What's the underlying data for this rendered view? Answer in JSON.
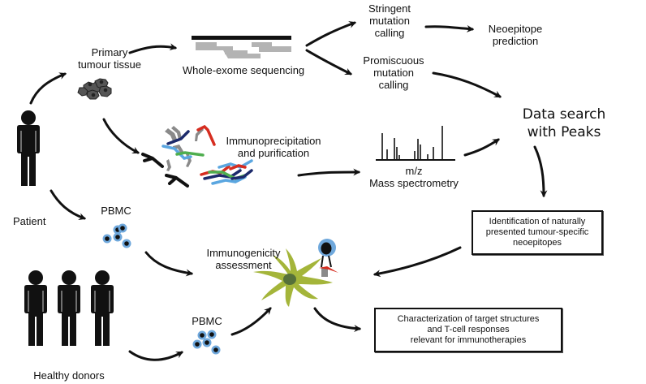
{
  "labels": {
    "primary_tumour": [
      "Primary",
      "tumour tissue"
    ],
    "wes": "Whole-exome sequencing",
    "stringent": [
      "Stringent",
      "mutation",
      "calling"
    ],
    "promiscuous": [
      "Promiscuous",
      "mutation",
      "calling"
    ],
    "neoepitope_prediction": [
      "Neoepitope",
      "prediction"
    ],
    "data_search": [
      "Data search",
      "with Peaks"
    ],
    "immunoprecipitation": [
      "Immunoprecipitation",
      "and purification"
    ],
    "mz": "m/z",
    "mass_spec": "Mass spectrometry",
    "patient": "Patient",
    "pbmc_patient": "PBMC",
    "pbmc_donors": "PBMC",
    "immunogenicity": [
      "Immunogenicity",
      "assessment"
    ],
    "healthy_donors": "Healthy donors"
  },
  "boxes": {
    "identification": [
      "Identification of naturally",
      "presented tumour-specific",
      "neoepitopes"
    ],
    "characterization": [
      "Characterization of target structures",
      "and T-cell responses",
      "relevant for immunotherapies"
    ]
  },
  "colors": {
    "ink": "#111111",
    "read_gray": "#b3b3b3",
    "tumour_gray": "#555555",
    "pbmc_blue": "#6fa8dc",
    "dendritic_green": "#a4b53a",
    "nucleus_green": "#55703a",
    "peptide_red": "#d62d20",
    "peptide_navy": "#1c2a6b",
    "peptide_sky": "#5aa6e0",
    "peptide_green": "#4fae4f",
    "mhc_gray": "#8a8a8a"
  }
}
